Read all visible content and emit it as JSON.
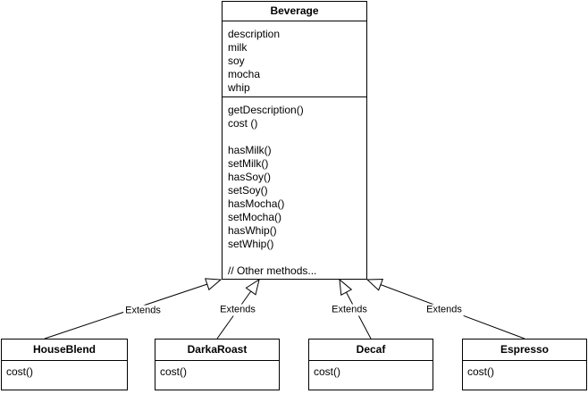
{
  "diagram": {
    "type": "uml-class-diagram",
    "superclass": {
      "name": "Beverage",
      "attributes": [
        "description",
        "milk",
        "soy",
        "mocha",
        "whip"
      ],
      "methods": [
        "getDescription()",
        "cost ()",
        "",
        "hasMilk()",
        "setMilk()",
        "hasSoy()",
        "setSoy()",
        "hasMocha()",
        "setMocha()",
        "hasWhip()",
        "setWhip()",
        "",
        "// Other methods..."
      ]
    },
    "subclasses": [
      {
        "name": "HouseBlend",
        "methods": [
          "cost()"
        ]
      },
      {
        "name": "DarkaRoast",
        "methods": [
          "cost()"
        ]
      },
      {
        "name": "Decaf",
        "methods": [
          "cost()"
        ]
      },
      {
        "name": "Espresso",
        "methods": [
          "cost()"
        ]
      }
    ],
    "relationships": [
      {
        "from": "HouseBlend",
        "to": "Beverage",
        "type": "generalization",
        "label": "Extends"
      },
      {
        "from": "DarkaRoast",
        "to": "Beverage",
        "type": "generalization",
        "label": "Extends"
      },
      {
        "from": "Decaf",
        "to": "Beverage",
        "type": "generalization",
        "label": "Extends"
      },
      {
        "from": "Espresso",
        "to": "Beverage",
        "type": "generalization",
        "label": "Extends"
      }
    ],
    "colors": {
      "stroke": "#000000",
      "fill": "#ffffff",
      "text": "#000000",
      "background": "#ffffff"
    }
  }
}
